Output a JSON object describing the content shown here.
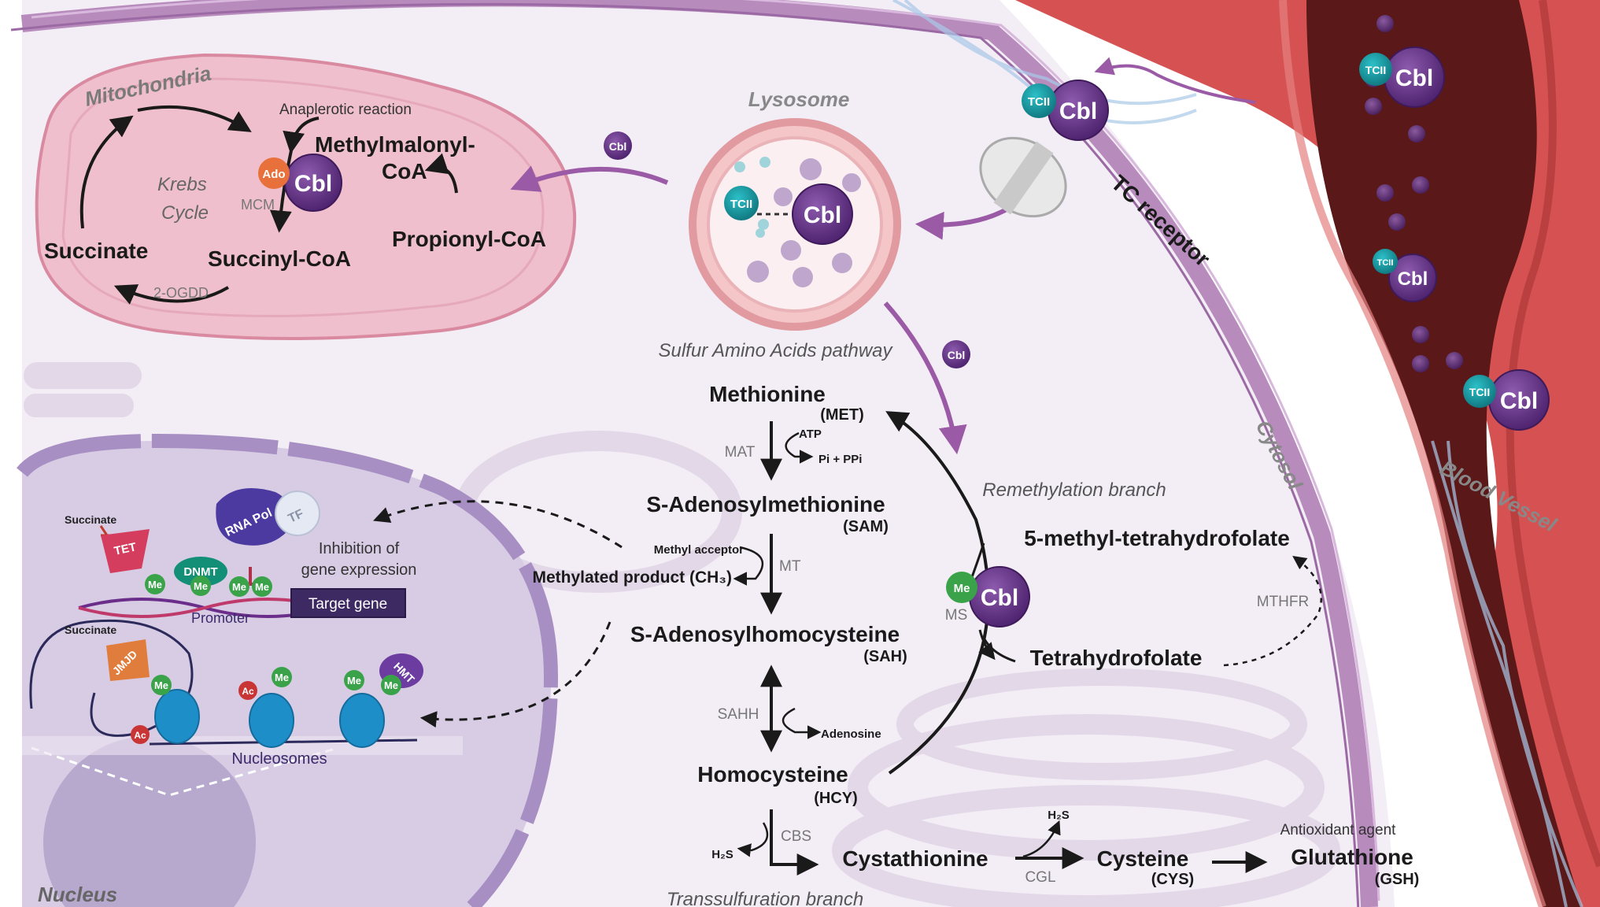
{
  "cell": {
    "mitochondria": "Mitochondria",
    "lysosome": "Lysosome",
    "nucleus": "Nucleus",
    "cytosol": "Cytosol",
    "blood_vessel": "Blood Vessel",
    "tc_receptor": "TC receptor"
  },
  "krebs": {
    "anaplerotic": "Anaplerotic reaction",
    "methylmalonyl_1": "Methylmalonyl-",
    "methylmalonyl_2": "CoA",
    "krebs_1": "Krebs",
    "krebs_2": "Cycle",
    "mcm": "MCM",
    "succinate": "Succinate",
    "succinyl": "Succinyl-CoA",
    "propionyl": "Propionyl-CoA",
    "ogdd": "2-OGDD"
  },
  "tokens": {
    "cbl": "Cbl",
    "tcii": "TCII",
    "ado": "Ado",
    "me": "Me",
    "ac": "Ac"
  },
  "sulfur": {
    "title": "Sulfur Amino Acids pathway",
    "methionine": "Methionine",
    "met": "(MET)",
    "mat": "MAT",
    "atp": "ATP",
    "pi": "Pi + PPi",
    "sam_name": "S-Adenosylmethionine",
    "sam": "(SAM)",
    "methyl_acceptor": "Methyl acceptor",
    "methylated_product": "Methylated product (CH₃)",
    "mt": "MT",
    "sah_name": "S-Adenosylhomocysteine",
    "sah": "(SAH)",
    "sahh": "SAHH",
    "adenosine": "Adenosine",
    "hcy_name": "Homocysteine",
    "hcy": "(HCY)",
    "h2s": "H₂S",
    "cbs": "CBS",
    "cystathionine": "Cystathionine",
    "cgl": "CGL",
    "cysteine": "Cysteine",
    "cys": "(CYS)",
    "antioxidant": "Antioxidant agent",
    "glutathione": "Glutathione",
    "gsh": "(GSH)",
    "transsulfuration": "Transsulfuration branch"
  },
  "remethylation": {
    "title": "Remethylation branch",
    "mthf": "5-methyl-tetrahydrofolate",
    "ms": "MS",
    "thf": "Tetrahydrofolate",
    "mthfr": "MTHFR"
  },
  "nucleus": {
    "succinate_1": "Succinate",
    "succinate_2": "Succinate",
    "tet": "TET",
    "dnmt": "DNMT",
    "jmjd": "JMJD",
    "hmt": "HMT",
    "rna_pol": "RNA Pol",
    "tf": "TF",
    "inhibition_1": "Inhibition of",
    "inhibition_2": "gene expression",
    "target_gene": "Target gene",
    "promoter": "Promoter",
    "nucleosomes": "Nucleosomes"
  },
  "colors": {
    "cytosol": "#f2ecf4",
    "membrane": "#b98cbe",
    "mito": "#f0c4d0",
    "nucleus": "#d6cbe3",
    "cbl": "#6c3a8c",
    "tcii": "#1a9ea6",
    "me": "#3aa34a",
    "ac": "#c93535",
    "vessel": "#d84f4f",
    "arrow_purple": "#9a5aa6"
  }
}
